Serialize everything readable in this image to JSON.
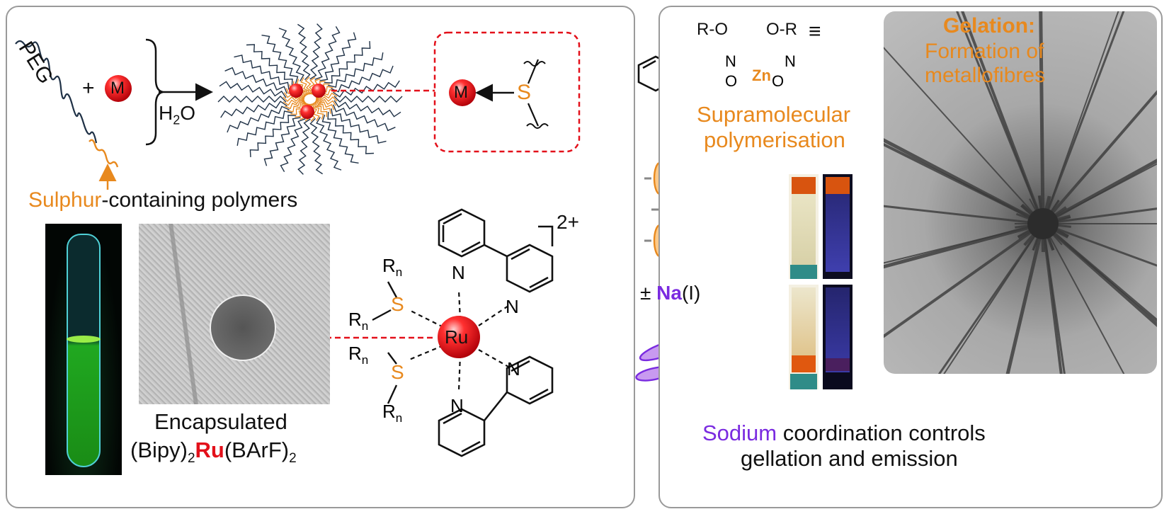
{
  "left": {
    "peg_label": "PEG",
    "plus": "+",
    "metal_symbol": "M",
    "water_h": "H",
    "water_sub": "2",
    "water_o": "O",
    "sulphur_word": "Sulphur",
    "polymer_rest": "-containing polymers",
    "sulfur_symbol": "S",
    "caption_line1": "Encapsulated",
    "cap_bipy": "(Bipy)",
    "cap_sub1": "2",
    "cap_ru": "Ru",
    "cap_barf": "(BArF)",
    "cap_sub2": "2",
    "charge": "2+",
    "ru_center": "Ru",
    "N": "N",
    "R": "R",
    "n": "n"
  },
  "right": {
    "ro_left": "R-O",
    "ro_right": "O-R",
    "equiv": "≡",
    "zn": "Zn",
    "N": "N",
    "O": "O",
    "supra_line1": "Supramolecular",
    "supra_line2": "polymerisation",
    "pm": "±",
    "na": "Na",
    "na_ox": "(I)",
    "gel_title": "Gelation:",
    "gel_line1": "Formation of",
    "gel_line2": "metallofibres",
    "bottom_sodium": "Sodium",
    "bottom_rest": " coordination controls",
    "bottom_line2": "gellation and emission"
  },
  "colors": {
    "orange": "#e8891e",
    "red": "#e3101a",
    "purple": "#7a2be0",
    "navy": "#1f3146",
    "gray_border": "#9a9a9a"
  }
}
